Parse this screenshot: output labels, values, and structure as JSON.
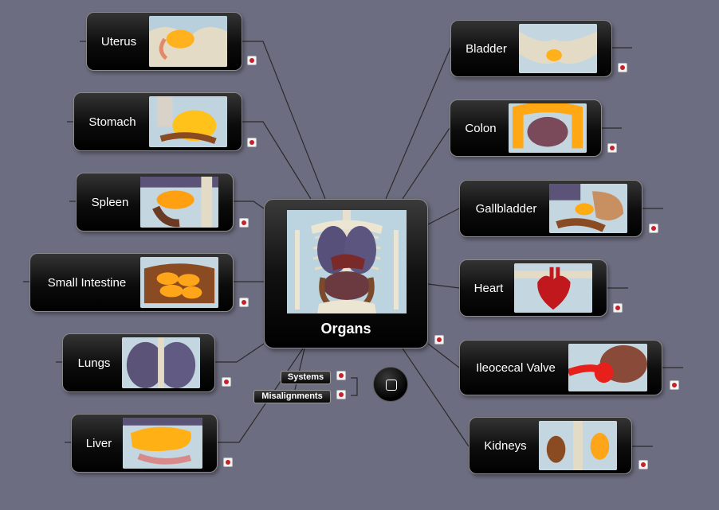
{
  "center": {
    "title": "Organs"
  },
  "nodes": [
    {
      "id": "uterus",
      "label": "Uterus",
      "organ_color": "#ffb21e"
    },
    {
      "id": "stomach",
      "label": "Stomach",
      "organ_color": "#ffc21a"
    },
    {
      "id": "spleen",
      "label": "Spleen",
      "organ_color": "#ff9f12"
    },
    {
      "id": "small-intestine",
      "label": "Small Intestine",
      "organ_color": "#ffa51a"
    },
    {
      "id": "lungs",
      "label": "Lungs",
      "organ_color": "#5b5478"
    },
    {
      "id": "liver",
      "label": "Liver",
      "organ_color": "#ffb014"
    },
    {
      "id": "bladder",
      "label": "Bladder",
      "organ_color": "#ffb01a"
    },
    {
      "id": "colon",
      "label": "Colon",
      "organ_color": "#ffa814"
    },
    {
      "id": "gallbladder",
      "label": "Gallbladder",
      "organ_color": "#ffab14"
    },
    {
      "id": "heart",
      "label": "Heart",
      "organ_color": "#c0181c"
    },
    {
      "id": "ileocecal-valve",
      "label": "Ileocecal Valve",
      "organ_color": "#e8201c"
    },
    {
      "id": "kidneys",
      "label": "Kidneys",
      "organ_color": "#ffa51a"
    }
  ],
  "sub_topics": {
    "systems": "Systems",
    "misalignments": "Misalignments"
  },
  "colors": {
    "background": "#6c6d80",
    "node_fill": "#000000",
    "connector": "#2a2a2a",
    "attachment_icon": "#c6202a"
  }
}
